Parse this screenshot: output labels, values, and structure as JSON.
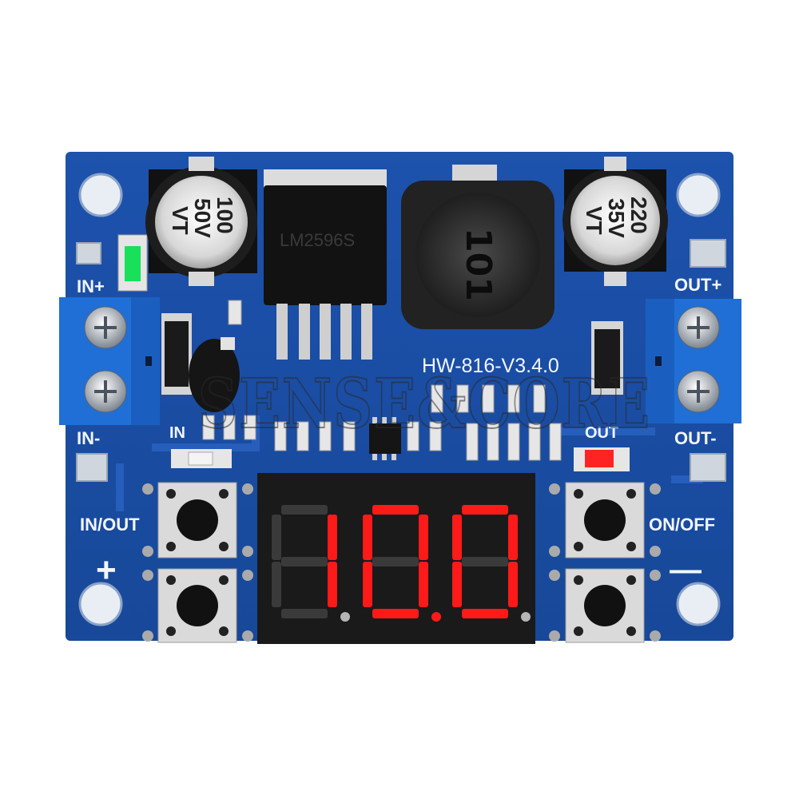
{
  "board": {
    "model": "HW-816-V3.4.0",
    "labels": {
      "in_plus": "IN+",
      "in_minus": "IN-",
      "out_plus": "OUT+",
      "out_minus": "OUT-",
      "in_led": "IN",
      "out_led": "OUT",
      "in_out_button": "IN/OUT",
      "on_off_button": "ON/OFF",
      "plus_button": "+",
      "minus_button": "—"
    },
    "capacitor_left": {
      "line1": "100",
      "line2": "50V",
      "line3": "VT"
    },
    "capacitor_right": {
      "line1": "220",
      "line2": "35V",
      "line3": "VT"
    },
    "regulator_marking": "LM2596S",
    "inductor_marking": "101",
    "display": {
      "digits": [
        "1",
        "0",
        "0"
      ],
      "decimal_after": 2,
      "lit_color": "#ff1a1a",
      "unlit_color": "#b5b5b5"
    },
    "watermark": "SENSE&CORE",
    "colors": {
      "pcb": "#1c4fa8",
      "pcb_dark": "#143f8c",
      "terminal": "#1f6fd6",
      "led_green": "#19e05a",
      "led_red": "#ff2424"
    }
  }
}
